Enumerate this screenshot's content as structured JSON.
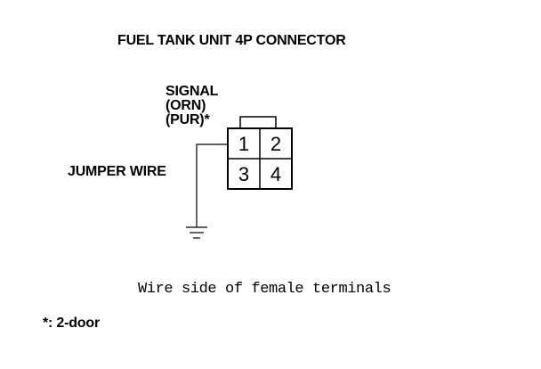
{
  "diagram": {
    "title": "FUEL TANK UNIT 4P CONNECTOR",
    "signal_label": [
      "SIGNAL",
      "(ORN)",
      "(PUR)*"
    ],
    "jumper_label": "JUMPER WIRE",
    "connector_pins": [
      "1",
      "2",
      "3",
      "4"
    ],
    "caption": "Wire side of female terminals",
    "footnote": "*: 2-door"
  }
}
